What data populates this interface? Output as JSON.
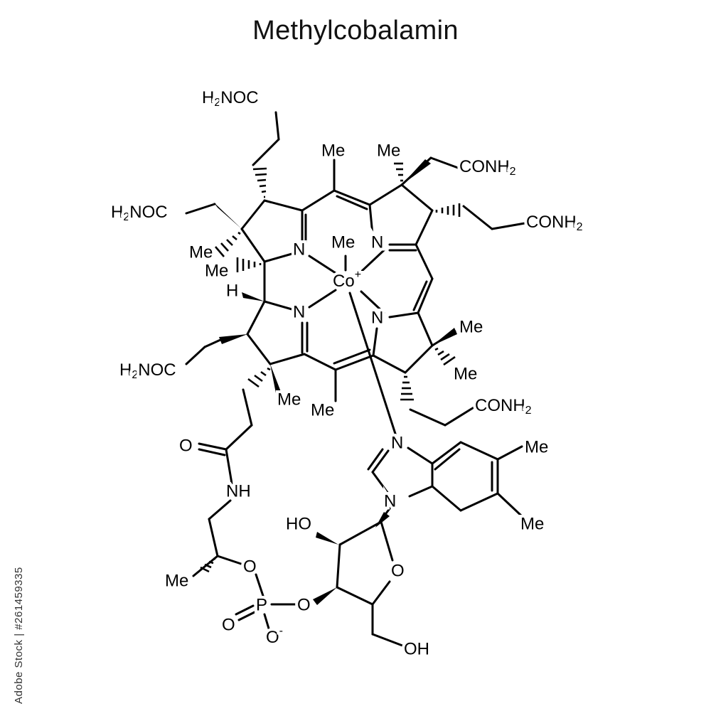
{
  "title": "Methylcobalamin",
  "stock_id": "Adobe Stock | #261459335",
  "labels": {
    "h2noc": "H",
    "h2noc_sub": "2",
    "h2noc_rest": "NOC",
    "conh": "CONH",
    "conh_sub": "2",
    "me": "Me",
    "n": "N",
    "co": "Co",
    "co_charge": "+",
    "h": "H",
    "o": "O",
    "nh": "NH",
    "ho": "HO",
    "oh": "OH",
    "p": "P",
    "o_minus": "-"
  }
}
